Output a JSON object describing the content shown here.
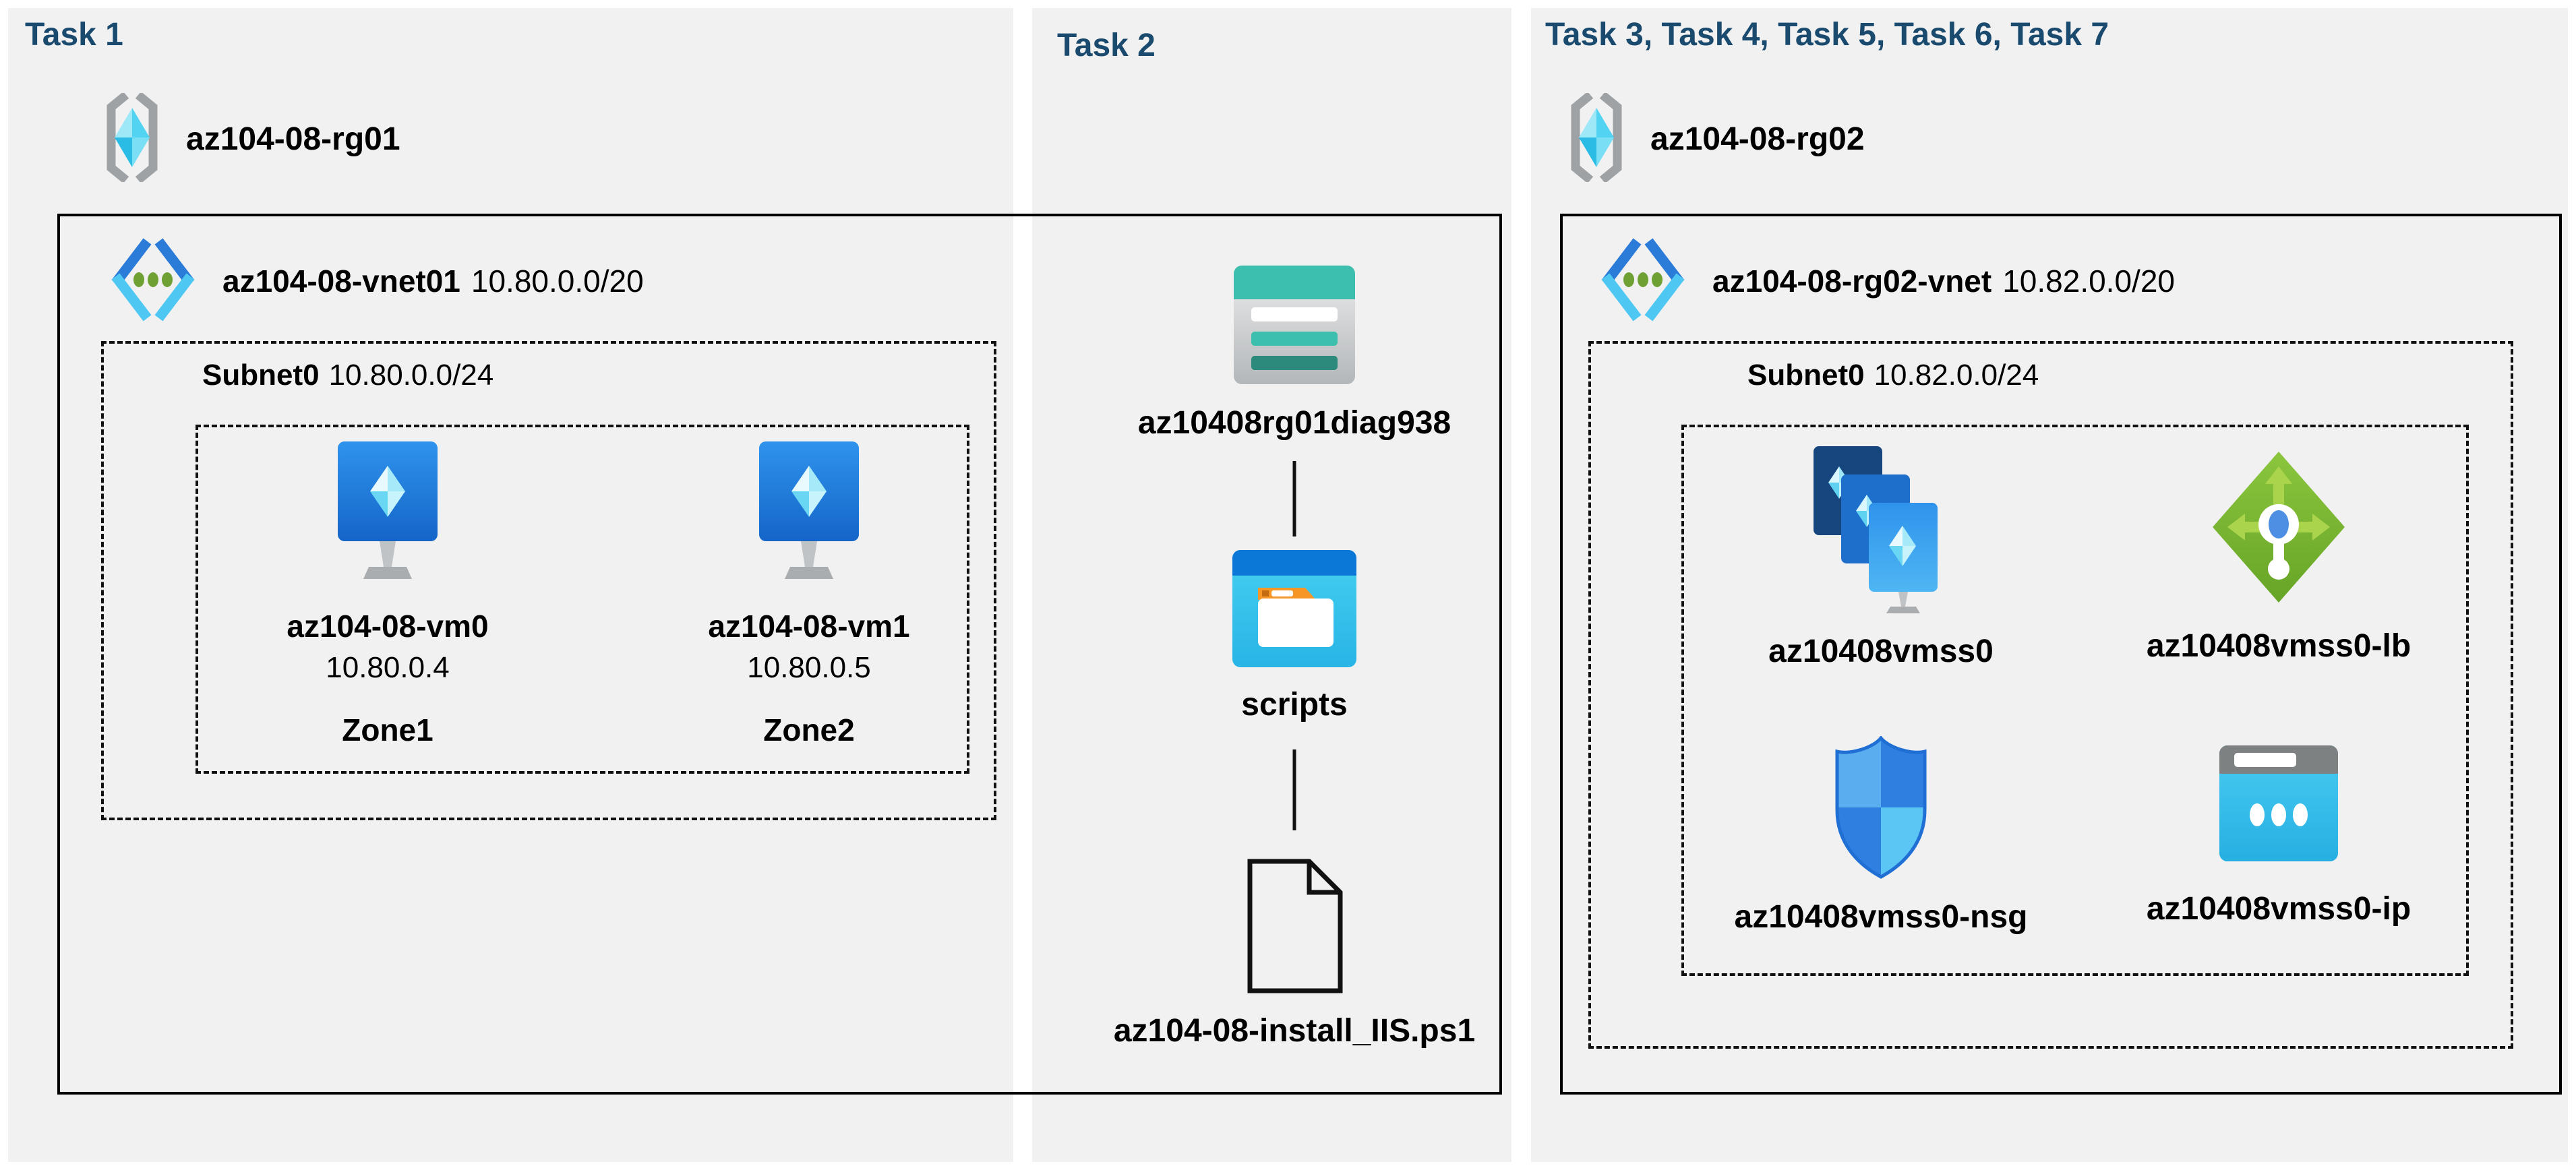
{
  "task1": {
    "title": "Task 1",
    "resource_group": "az104-08-rg01",
    "vnet_name": "az104-08-vnet01",
    "vnet_cidr": "10.80.0.0/20",
    "subnet_name": "Subnet0",
    "subnet_cidr": "10.80.0.0/24",
    "vms": [
      {
        "name": "az104-08-vm0",
        "ip": "10.80.0.4",
        "zone": "Zone1"
      },
      {
        "name": "az104-08-vm1",
        "ip": "10.80.0.5",
        "zone": "Zone2"
      }
    ]
  },
  "task2": {
    "title": "Task 2",
    "storage_account": "az10408rg01diag938",
    "container": "scripts",
    "file": "az104-08-install_IIS.ps1"
  },
  "task3": {
    "title": "Task 3, Task 4, Task 5, Task 6, Task 7",
    "resource_group": "az104-08-rg02",
    "vnet_name": "az104-08-rg02-vnet",
    "vnet_cidr": "10.82.0.0/20",
    "subnet_name": "Subnet0",
    "subnet_cidr": "10.82.0.0/24",
    "resources": [
      {
        "label": "az10408vmss0"
      },
      {
        "label": "az10408vmss0-lb"
      },
      {
        "label": "az10408vmss0-nsg"
      },
      {
        "label": "az10408vmss0-ip"
      }
    ]
  },
  "colors": {
    "header_text": "#1A4A6E",
    "panel_gray": "#F1F1F2",
    "border_black": "#000000",
    "storage_teal": "#3DBFAE",
    "storage_teal_dark": "#2B8A7C",
    "folder_blue": "#0B78D8",
    "folder_cyan": "#35BDE8",
    "folder_orange": "#F59627",
    "lb_green": "#79B831",
    "vm_blue": "#1E6FCC",
    "nsg_blue": "#2F7FE2",
    "ip_cyan": "#35C1EC",
    "vnet_dot_green": "#6FA033"
  }
}
